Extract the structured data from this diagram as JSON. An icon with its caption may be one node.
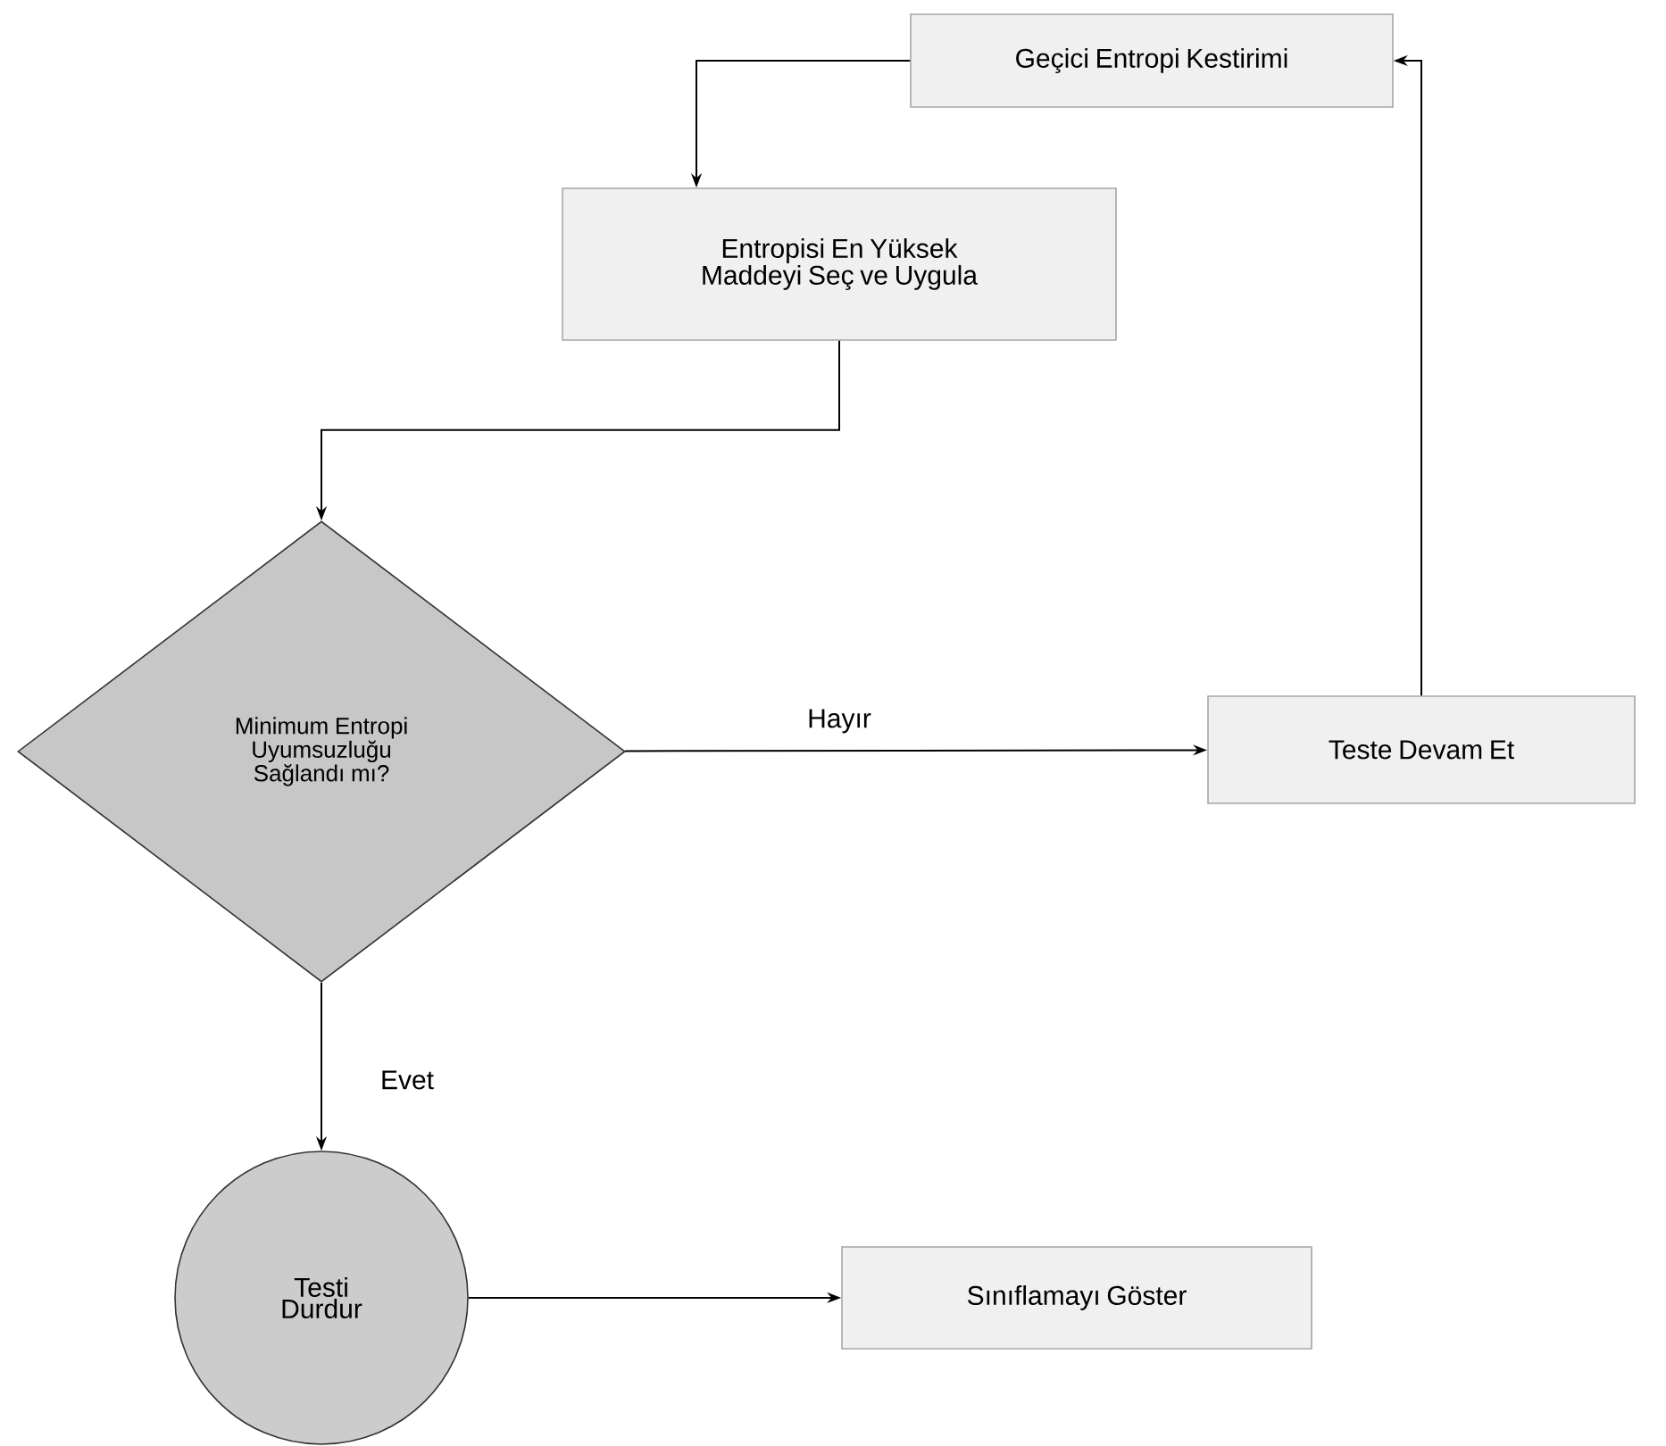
{
  "diagram": {
    "nodes": [
      {
        "text": [
          "Geçici Entropi Kestirimi"
        ]
      },
      {
        "text": [
          "Entropisi En Yüksek Maddeyi Seç ve Uygula"
        ]
      },
      {
        "text": [
          "Minimum Entropi Uyumsuzluğu Sağlandı mı?"
        ]
      },
      {
        "text": [
          "Teste Devam Et"
        ]
      },
      {
        "text": [
          "Testi Durdur"
        ]
      },
      {
        "text": [
          "Sınıflamayı Göster"
        ]
      }
    ],
    "edges": [
      {
        "from": 0,
        "to": 1,
        "arrow": "to"
      },
      {
        "from": 1,
        "to": 2,
        "arrow": "to"
      },
      {
        "from": 2,
        "to": 3,
        "arrow": "to",
        "label": "Hayır"
      },
      {
        "from": 3,
        "to": 0,
        "arrow": "to"
      },
      {
        "from": 2,
        "to": 4,
        "arrow": "to",
        "label": "Evet"
      },
      {
        "from": 4,
        "to": 5,
        "arrow": "to"
      }
    ]
  }
}
